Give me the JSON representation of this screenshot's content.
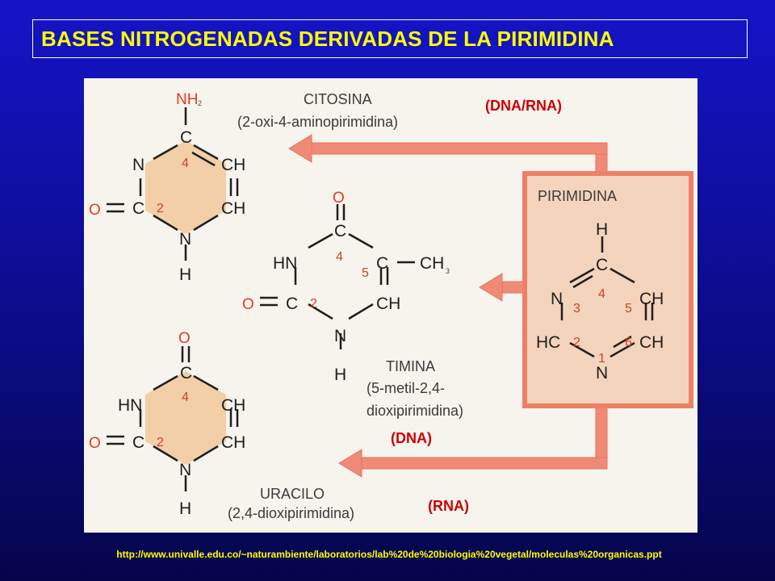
{
  "slide": {
    "title": "BASES NITROGENADAS DERIVADAS DE LA PIRIMIDINA",
    "source_url": "http://www.univalle.edu.co/~naturambiente/laboratorios/lab%20de%20biologia%20vegetal/moleculas%20organicas.ppt"
  },
  "colors": {
    "title_text": "#ffff00",
    "title_border": "#ffffff",
    "background": "#0c0c8a",
    "panel": "#f7f4ee",
    "ring_fill": "#f2cfa6",
    "arrow": "#ef8a76",
    "atom_red": "#e63a1e",
    "nucleic_label": "#cc0000"
  },
  "diagram": {
    "nucleic_labels": {
      "citosina": "(DNA/RNA)",
      "timina": "(DNA)",
      "uracilo": "(RNA)"
    },
    "citosina": {
      "name": "CITOSINA",
      "systematic": "(2-oxi-4-aminopirimidina)",
      "atoms": {
        "amino": "NH",
        "amino_sub": "2",
        "c4": "C",
        "n3": "N",
        "ch5": "CH",
        "c2": "C",
        "ch6": "CH",
        "n1": "N",
        "h1": "H",
        "oxy": "O"
      },
      "numbers": {
        "four": "4",
        "two": "2"
      }
    },
    "timina": {
      "name": "TIMINA",
      "systematic_line1": "(5-metil-2,4-",
      "systematic_line2": "dioxipirimidina)",
      "atoms": {
        "oxy_top": "O",
        "c4": "C",
        "hn": "HN",
        "c5": "C",
        "methyl": "CH",
        "methyl_sub": "3",
        "c2": "C",
        "ch6": "CH",
        "oxy_left": "O",
        "n1": "N",
        "h1": "H"
      },
      "numbers": {
        "four": "4",
        "five": "5",
        "two": "2"
      }
    },
    "uracilo": {
      "name": "URACILO",
      "systematic": "(2,4-dioxipirimidina)",
      "atoms": {
        "oxy_top": "O",
        "c4": "C",
        "hn": "HN",
        "ch5": "CH",
        "c2": "C",
        "ch6": "CH",
        "oxy_left": "O",
        "n1": "N",
        "h1": "H"
      },
      "numbers": {
        "four": "4",
        "two": "2"
      }
    },
    "pirimidina": {
      "name": "PIRIMIDINA",
      "atoms": {
        "h_top": "H",
        "c4": "C",
        "n3": "N",
        "ch5": "CH",
        "hc2": "HC",
        "ch6": "CH",
        "n1": "N"
      },
      "numbers": {
        "four": "4",
        "three": "3",
        "five": "5",
        "two": "2",
        "six": "6",
        "one": "1"
      }
    }
  }
}
